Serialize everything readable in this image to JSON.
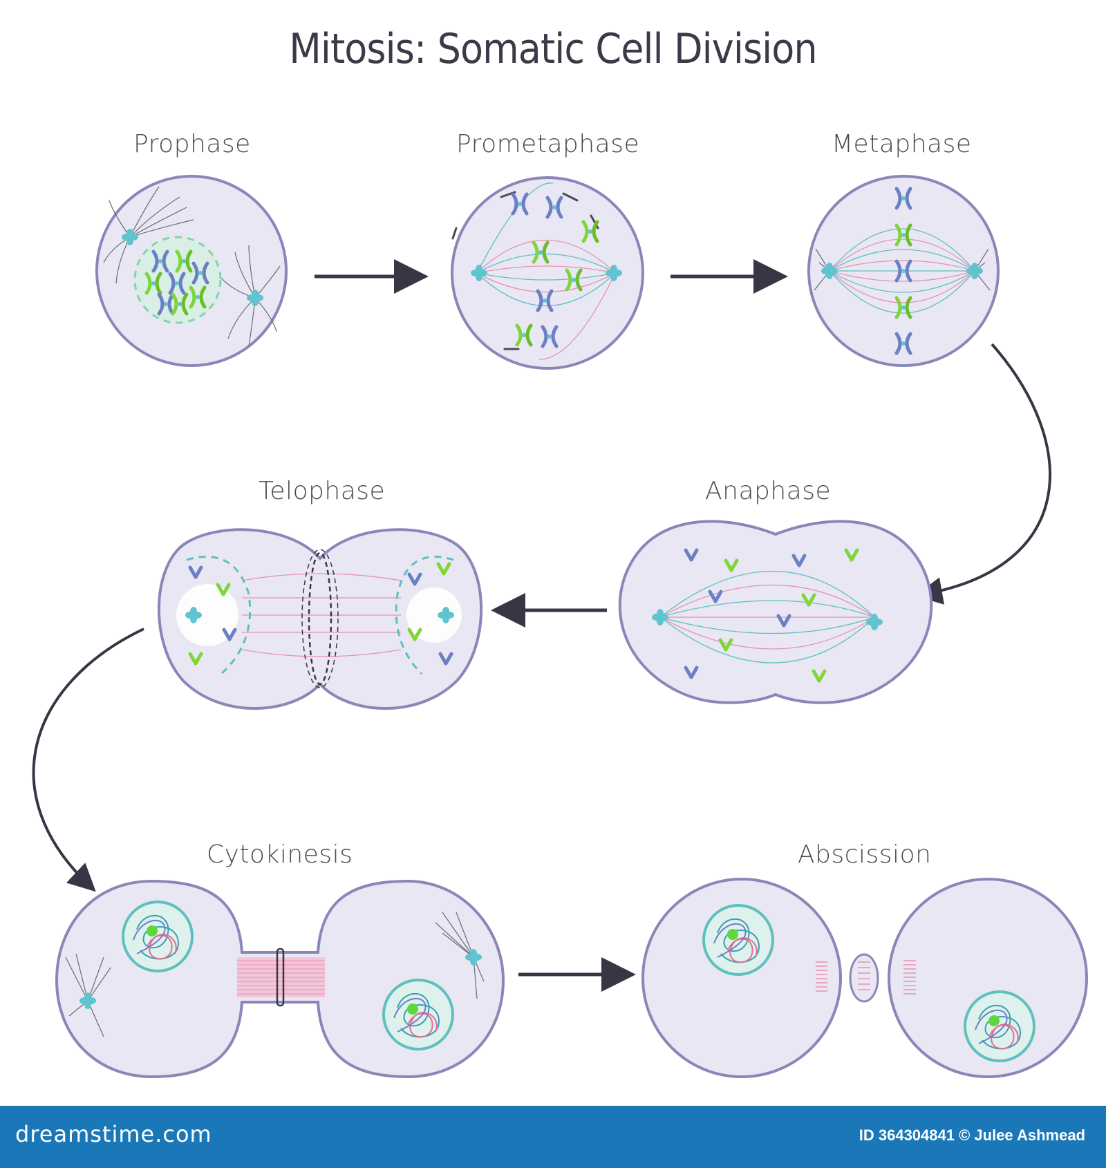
{
  "title": "Mitosis: Somatic Cell Division",
  "stages": [
    {
      "id": "prophase",
      "label": "Prophase"
    },
    {
      "id": "prometaphase",
      "label": "Prometaphase"
    },
    {
      "id": "metaphase",
      "label": "Metaphase"
    },
    {
      "id": "anaphase",
      "label": "Anaphase"
    },
    {
      "id": "telophase",
      "label": "Telophase"
    },
    {
      "id": "cytokinesis",
      "label": "Cytokinesis"
    },
    {
      "id": "abscission",
      "label": "Abscission"
    }
  ],
  "colors": {
    "membrane": "#8a86b8",
    "cytoplasm": "#e8e7f3",
    "spindle_pink": "#e891b0",
    "spindle_teal": "#5fbfbf",
    "centrosome": "#5ec4cf",
    "chromosome_blue": "#6c7fc4",
    "chromosome_green": "#7fd63a",
    "arrow": "#3a3545",
    "footer": "#1a78b8"
  },
  "footer": {
    "brand": "dreamstime.com",
    "credit": "ID 364304841 © Julee Ashmead"
  }
}
